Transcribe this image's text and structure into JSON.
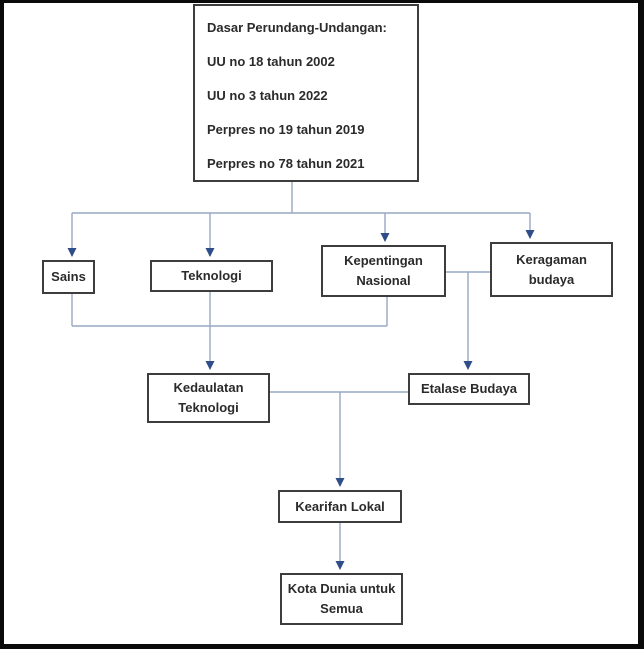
{
  "diagram": {
    "legal_basis": {
      "title": "Dasar Perundang-Undangan:",
      "items": [
        "UU no 18 tahun 2002",
        "UU no 3 tahun 2022",
        "Perpres no 19 tahun 2019",
        "Perpres no 78 tahun 2021"
      ]
    },
    "nodes": {
      "sains": "Sains",
      "teknologi": "Teknologi",
      "kepentingan_nasional": "Kepentingan Nasional",
      "keragaman_budaya": "Keragaman budaya",
      "kedaulatan_teknologi": "Kedaulatan Teknologi",
      "etalase_budaya": "Etalase Budaya",
      "kearifan_lokal": "Kearifan Lokal",
      "kota_dunia": "Kota Dunia untuk Semua"
    },
    "edges": [
      "legal_basis -> sains",
      "legal_basis -> teknologi",
      "legal_basis -> kepentingan_nasional",
      "legal_basis -> keragaman_budaya",
      "sains -> kedaulatan_teknologi",
      "teknologi -> kedaulatan_teknologi",
      "kepentingan_nasional -> kedaulatan_teknologi",
      "kepentingan_nasional -> etalase_budaya",
      "keragaman_budaya -> etalase_budaya",
      "kedaulatan_teknologi -> kearifan_lokal",
      "etalase_budaya -> kearifan_lokal",
      "kearifan_lokal -> kota_dunia"
    ],
    "colors": {
      "connector": "#97a9c2",
      "arrowhead": "#2e4d89",
      "box_border": "#3d3d3d",
      "text": "#2b2b2b",
      "frame": "#0a0a0a",
      "background": "#ffffff"
    }
  }
}
